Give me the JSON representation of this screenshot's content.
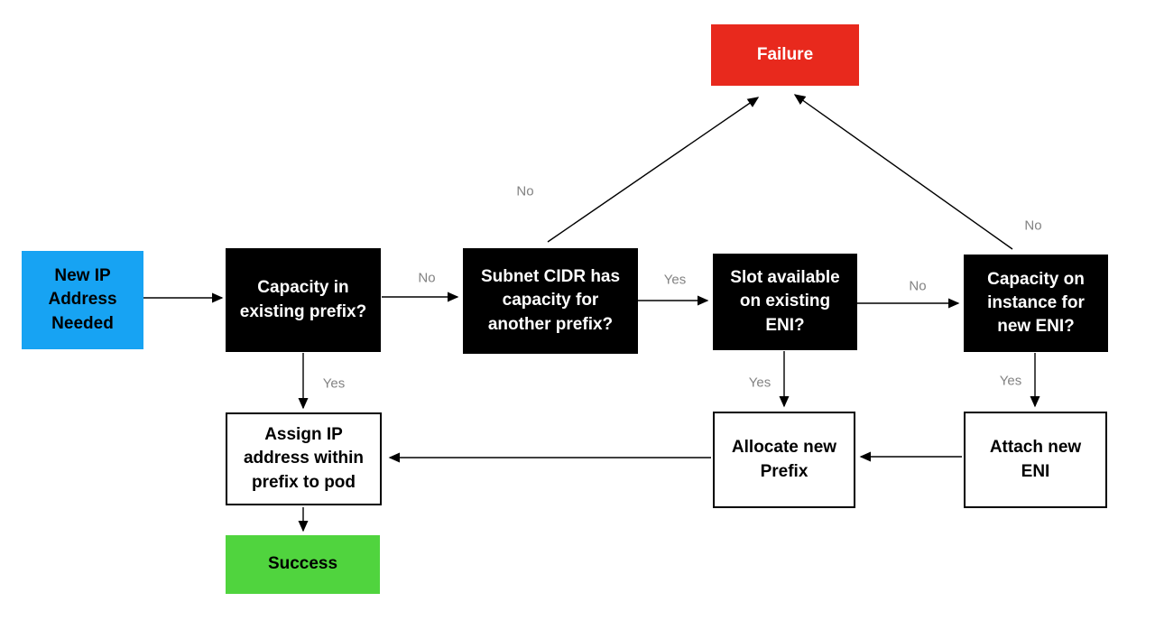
{
  "diagram": {
    "type": "flowchart",
    "background": "#ffffff",
    "colors": {
      "start_fill": "#17A3F3",
      "decision_fill": "#000000",
      "decision_text": "#ffffff",
      "action_fill": "#ffffff",
      "action_border": "#000000",
      "failure_fill": "#E8291D",
      "failure_text": "#ffffff",
      "success_fill": "#50D43E",
      "edge_label_color": "#828282",
      "line_color": "#000000"
    },
    "nodes": {
      "start": {
        "label": "New IP\nAddress\nNeeded",
        "shape": "rect",
        "fill": "#17A3F3"
      },
      "capacity_existing_prefix": {
        "label": "Capacity in\nexisting prefix?",
        "shape": "rect",
        "fill": "#000000"
      },
      "subnet_cidr_capacity": {
        "label": "Subnet CIDR has\ncapacity for\nanother prefix?",
        "shape": "rect",
        "fill": "#000000"
      },
      "slot_available_eni": {
        "label": "Slot available\non existing\nENI?",
        "shape": "rect",
        "fill": "#000000"
      },
      "capacity_new_eni": {
        "label": "Capacity on\ninstance for\nnew ENI?",
        "shape": "rect",
        "fill": "#000000"
      },
      "failure": {
        "label": "Failure",
        "shape": "rect",
        "fill": "#E8291D"
      },
      "assign_ip": {
        "label": "Assign IP\naddress within\nprefix to pod",
        "shape": "rect",
        "fill": "#ffffff"
      },
      "allocate_prefix": {
        "label": "Allocate new\nPrefix",
        "shape": "rect",
        "fill": "#ffffff"
      },
      "attach_eni": {
        "label": "Attach new\nENI",
        "shape": "rect",
        "fill": "#ffffff"
      },
      "success": {
        "label": "Success",
        "shape": "rect",
        "fill": "#50D43E"
      }
    },
    "edges": [
      {
        "from": "start",
        "to": "capacity_existing_prefix",
        "label": ""
      },
      {
        "from": "capacity_existing_prefix",
        "to": "subnet_cidr_capacity",
        "label": "No"
      },
      {
        "from": "subnet_cidr_capacity",
        "to": "slot_available_eni",
        "label": "Yes"
      },
      {
        "from": "slot_available_eni",
        "to": "capacity_new_eni",
        "label": "No"
      },
      {
        "from": "subnet_cidr_capacity",
        "to": "failure",
        "label": "No"
      },
      {
        "from": "capacity_new_eni",
        "to": "failure",
        "label": "No"
      },
      {
        "from": "capacity_existing_prefix",
        "to": "assign_ip",
        "label": "Yes"
      },
      {
        "from": "slot_available_eni",
        "to": "allocate_prefix",
        "label": "Yes"
      },
      {
        "from": "capacity_new_eni",
        "to": "attach_eni",
        "label": "Yes"
      },
      {
        "from": "attach_eni",
        "to": "allocate_prefix",
        "label": ""
      },
      {
        "from": "allocate_prefix",
        "to": "assign_ip",
        "label": ""
      },
      {
        "from": "assign_ip",
        "to": "success",
        "label": ""
      }
    ],
    "edge_labels": {
      "capacity_to_subnet": "No",
      "subnet_to_slot": "Yes",
      "slot_to_capacity_new": "No",
      "subnet_to_failure": "No",
      "capacity_new_to_failure": "No",
      "capacity_to_assign": "Yes",
      "slot_to_allocate": "Yes",
      "capacity_new_to_attach": "Yes"
    }
  }
}
